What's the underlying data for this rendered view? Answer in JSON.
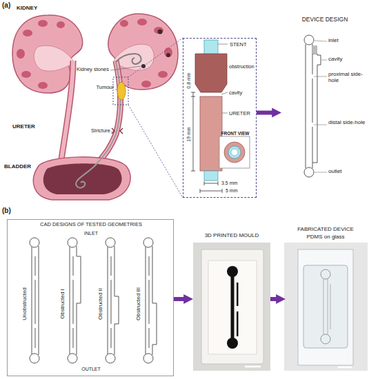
{
  "diagram": {
    "nodes": [
      {
        "text": [
          "STENT",
          "obstruction",
          "cavity",
          "URETER",
          "0.8 mm",
          "19 mm",
          "3.5 mm",
          "5 mm",
          "FRONT VIEW"
        ]
      },
      {
        "text": [
          "DEVICE DESIGN",
          "inlet",
          "cavity",
          "proximal side-hole",
          "distal side-hole",
          "outlet"
        ]
      },
      {
        "text": [
          "CAD DESIGNS OF TESTED GEOMETRIES",
          "INLET",
          "Unobstructed",
          "Obstructed I",
          "Obstructed II",
          "Obstructed III",
          "OUTLET"
        ]
      },
      {
        "text": [
          "3D PRINTED MOULD"
        ]
      },
      {
        "text": [
          "FABRICATED DEVICE",
          "PDMS on glass"
        ]
      }
    ],
    "edges": [
      {
        "from": 0,
        "to": 1,
        "arrow": "to"
      },
      {
        "from": 2,
        "to": 3,
        "arrow": "to"
      },
      {
        "from": 3,
        "to": 4,
        "arrow": "to"
      }
    ],
    "labels": [
      "(a)",
      "KIDNEY",
      "URETER",
      "BLADDER",
      "Kidney stones",
      "Tumour",
      "Stricture",
      "(b)"
    ]
  }
}
